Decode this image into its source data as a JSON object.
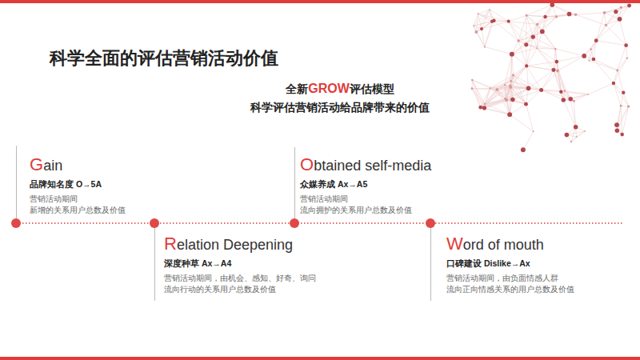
{
  "diagram": {
    "title": "科学全面的评估营销活动价值",
    "labels": [
      "全新",
      "GROW",
      "评估模型",
      "科学评估营销活动给品牌带来的价值",
      "G",
      "ain",
      "品牌知名度 O→5A",
      "营销活动期间 新增的关系用户总数及价值",
      "R",
      "elation Deepening",
      "深度种草 Ax→A4",
      "营销活动期间，由机会、感知、好奇、询问 流向行动的关系用户总数及价值",
      "O",
      "btained self-media",
      "众媒养成 Ax→A5",
      "营销活动期间 流向拥护的关系用户总数及价值",
      "W",
      "ord of mouth",
      "口碑建设 Dislike→Ax",
      "营销活动期间，由负面情感人群 流向正向情感关系的用户总数及价值"
    ]
  }
}
